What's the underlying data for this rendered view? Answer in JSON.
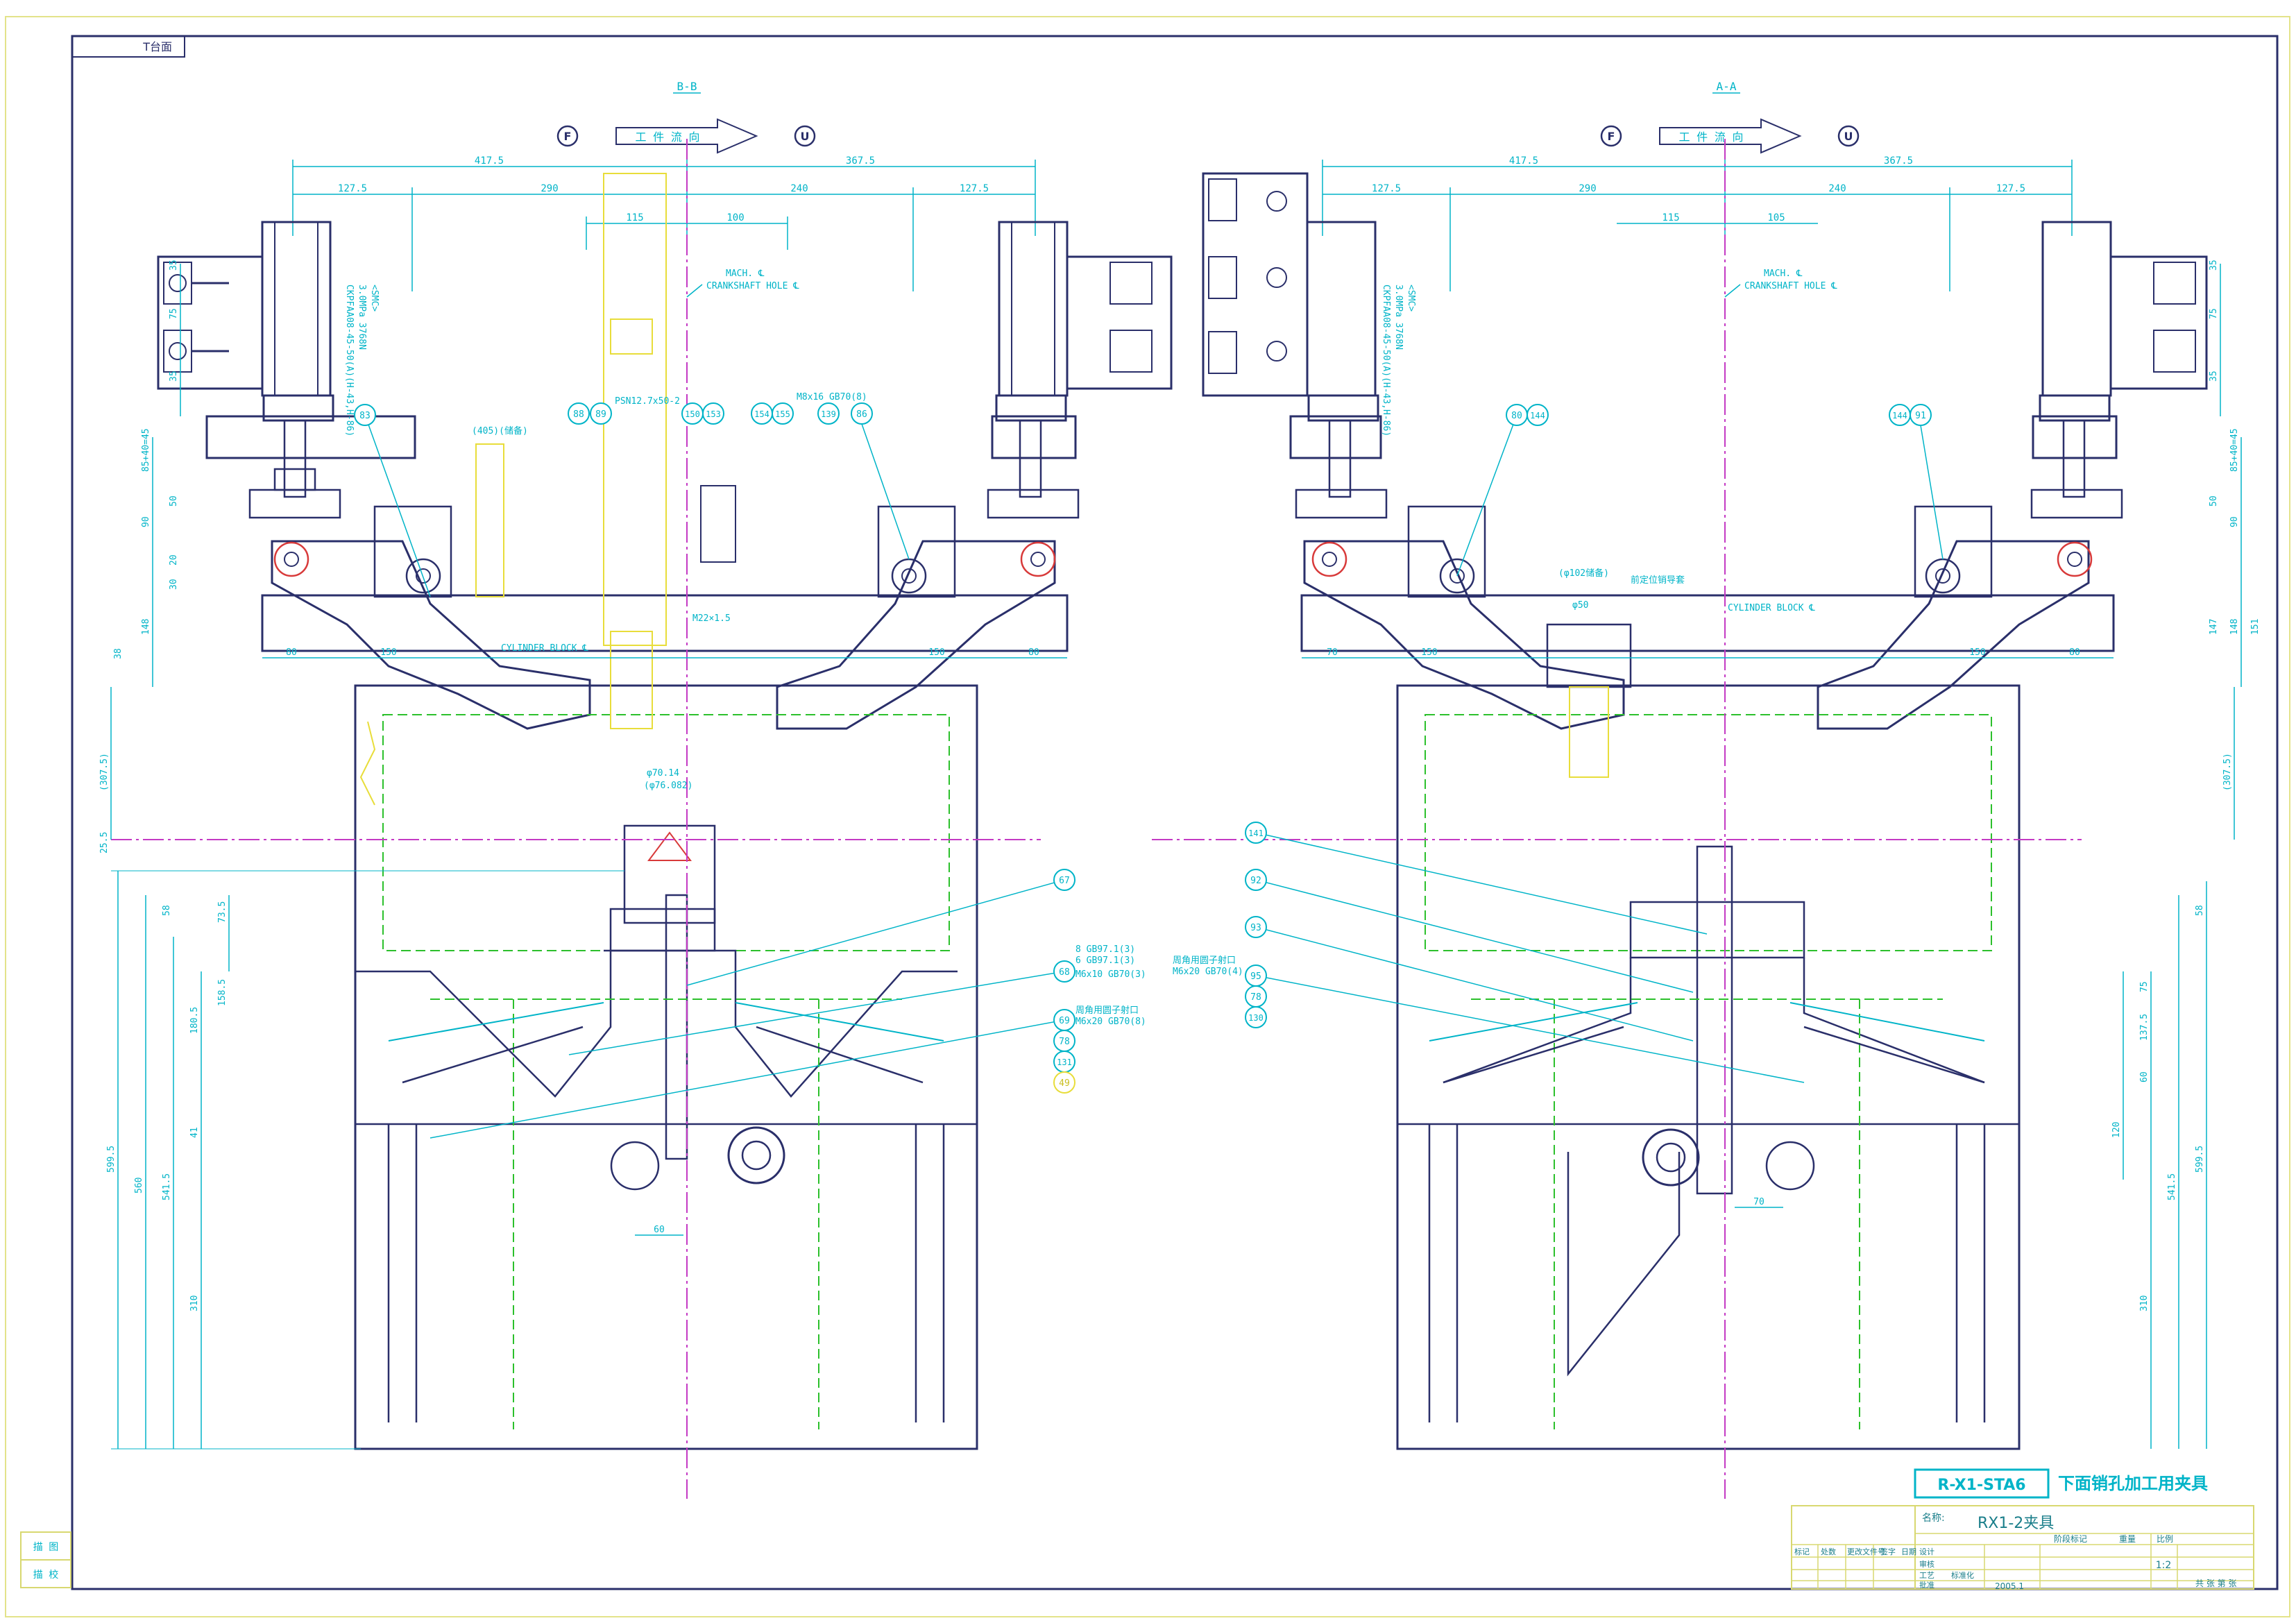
{
  "sheet": {
    "corner_tag": "T台面",
    "side_label_top": "描 图",
    "side_label_bottom": "描 校"
  },
  "colors": {
    "dimension": "#00b4c8",
    "outline": "#2a2f6a",
    "hidden": "#2cc02c",
    "centerline": "#c43ac4",
    "workpiece": "#e8dd3a",
    "frame": "#d8d870"
  },
  "left_view": {
    "section_label": "B-B",
    "marker_front": "F",
    "marker_rear": "U",
    "flow_label": "工 件 流 向",
    "top_dims": [
      "417.5",
      "367.5",
      "127.5",
      "290",
      "240",
      "127.5",
      "115",
      "100"
    ],
    "notes": {
      "mach": "MACH. ℄",
      "crank": "CRANKSHAFT HOLE ℄",
      "cylinder_block": "CYLINDER BLOCK ℄",
      "bolt": "M8x16 GB70(8)",
      "thread": "M22×1.5",
      "pin": "(405)(储备)",
      "spec_1": "3.0MPa 3768N",
      "spec_2": "CKPFAA08-45-50(A)(H-43,H-86)",
      "spec_3": "<SMC>",
      "pin_spec": "PSN12.7x50-2",
      "balloon_note_1": "8 GB97.1(3)",
      "balloon_note_2": "6 GB97.1(3)",
      "balloon_note_3": "M6x10 GB70(3)",
      "balloon_note_4": "周角用圆子射口",
      "balloon_note_5": "M6x20 GB70(8)",
      "dim_phi_a": "φ70.14",
      "dim_phi_b": "(φ76.082)"
    },
    "balloons": [
      "83",
      "88",
      "89",
      "150",
      "153",
      "154",
      "155",
      "139",
      "86",
      "67",
      "68",
      "69",
      "78",
      "131",
      "49"
    ],
    "side_dims": [
      "35",
      "75",
      "35",
      "85+40=45",
      "50",
      "90",
      "20",
      "30",
      "148",
      "38",
      "(307.5)",
      "25.5",
      "58",
      "73.5",
      "158.5",
      "180.5",
      "41",
      "599.5",
      "560",
      "541.5",
      "310"
    ],
    "bottom_dims": [
      "80",
      "150",
      "150",
      "80",
      "60"
    ]
  },
  "right_view": {
    "section_label": "A-A",
    "marker_front": "F",
    "marker_rear": "U",
    "flow_label": "工 件 流 向",
    "top_dims": [
      "417.5",
      "367.5",
      "127.5",
      "290",
      "240",
      "127.5",
      "115",
      "105"
    ],
    "notes": {
      "mach": "MACH. ℄",
      "crank": "CRANKSHAFT HOLE ℄",
      "cylinder_block": "CYLINDER BLOCK ℄",
      "hole_note": "(φ102储备)",
      "locate_note": "前定位销导套",
      "dim_phi": "φ50",
      "spec_1": "3.0MPa 3768N",
      "spec_2": "CKPFAA08-45-50(A)(H-43,H-86)",
      "spec_3": "<SMC>",
      "balloon_note_1": "周角用圆子射口",
      "balloon_note_2": "M6x20 GB70(4)"
    },
    "balloons": [
      "80",
      "144",
      "144",
      "91",
      "141",
      "92",
      "93",
      "95",
      "78",
      "130"
    ],
    "side_dims": [
      "35",
      "75",
      "35",
      "85+40=45",
      "50",
      "90",
      "148",
      "147",
      "151",
      "(307.5)",
      "58",
      "75",
      "137.5",
      "60",
      "120",
      "541.5",
      "599.5",
      "310"
    ],
    "bottom_dims": [
      "70",
      "150",
      "150",
      "80",
      "70"
    ]
  },
  "title_block": {
    "drawing_code": "R-X1-STA6",
    "drawing_title": "下面销孔加工用夹具",
    "name_label": "名称:",
    "name_value": "RX1-2夹具",
    "scale": "1:2",
    "date": "2005.1",
    "sheet_info": "共 张 第 张",
    "row_labels": [
      "标记",
      "处数",
      "更改文件号",
      "签字",
      "日期"
    ],
    "role_labels": [
      "设计",
      "审核",
      "工艺",
      "标准化",
      "批准"
    ],
    "header_cells": [
      "阶段标记",
      "重量",
      "比例"
    ]
  }
}
